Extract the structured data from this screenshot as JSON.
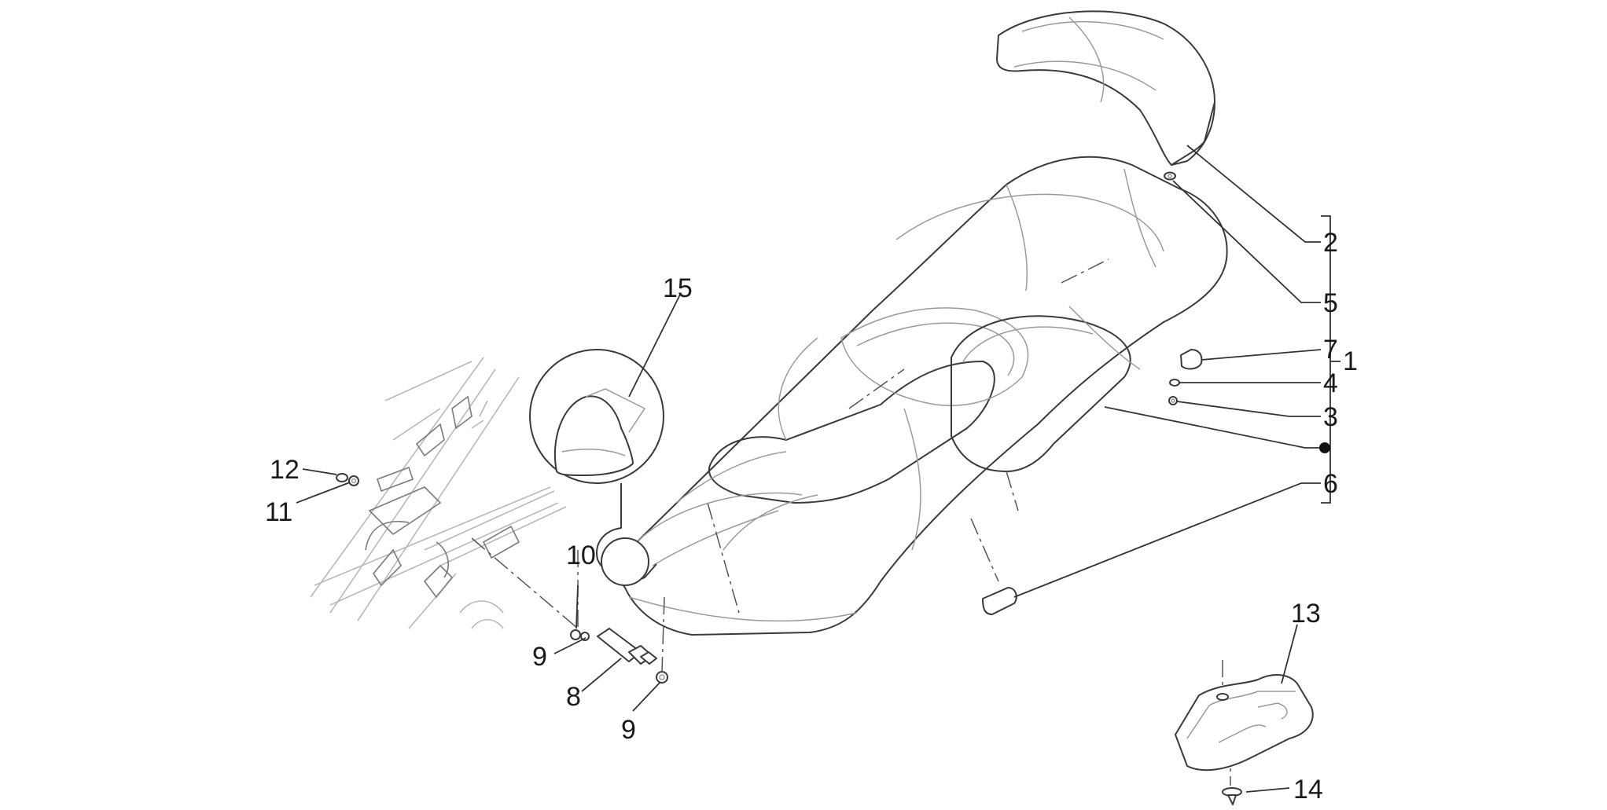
{
  "callouts": {
    "c1": "1",
    "c2": "2",
    "c3": "3",
    "c4": "4",
    "c5": "5",
    "c6": "6",
    "c7": "7",
    "c8": "8",
    "c9a": "9",
    "c9b": "9",
    "c10": "10",
    "c11": "11",
    "c12": "12",
    "c13": "13",
    "c14": "14",
    "c15": "15"
  },
  "colors": {
    "line": "#3a3a3a",
    "light_line": "#9a9a9a",
    "text": "#1a1a1a",
    "background": "#ffffff"
  }
}
